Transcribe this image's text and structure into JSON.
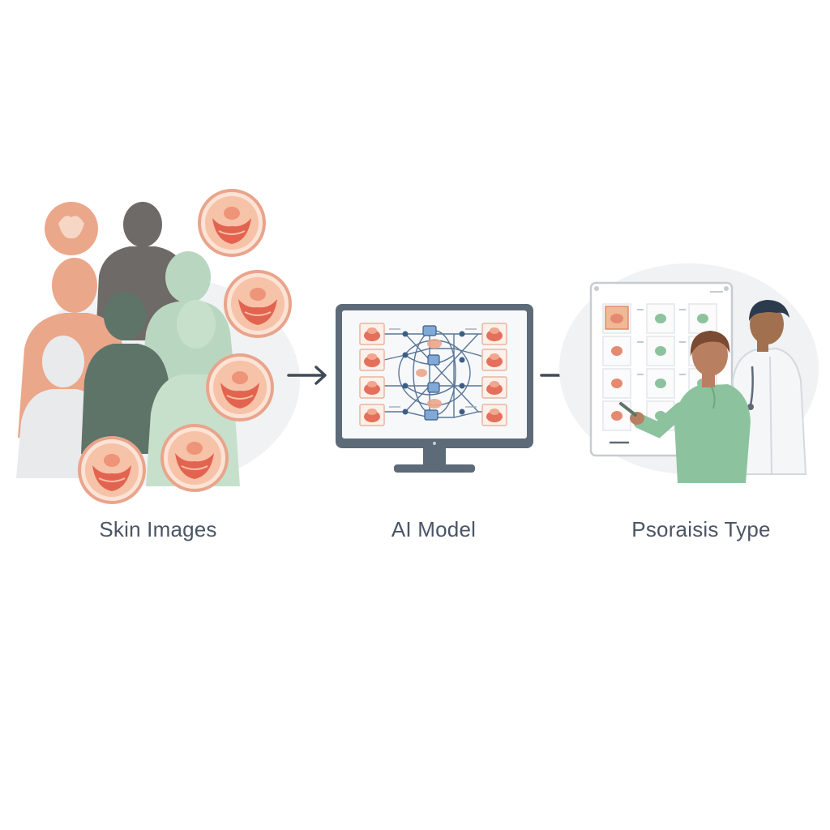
{
  "steps": [
    {
      "label": "Skin Images"
    },
    {
      "label": "AI Model"
    },
    {
      "label": "Psoraisis Type"
    }
  ],
  "icons": {
    "arrows": [
      "arrow-right-icon",
      "arrow-right-icon"
    ],
    "stage_1": [
      "people-crowd",
      "skin-lesion-circle"
    ],
    "stage_2": [
      "computer-monitor-icon",
      "neural-network-diagram"
    ],
    "stage_3": [
      "results-board",
      "patient",
      "doctor"
    ]
  },
  "colors": {
    "background": "#ffffff",
    "blob": "#f1f2f3",
    "skin_salmon": "#eba78a",
    "lesion_red": "#e0604c",
    "lesion_ring": "#f4c2a6",
    "person_gray": "#6e6a67",
    "person_dark_green": "#5f7468",
    "person_light_green": "#b9d6c0",
    "person_white": "#e9eaec",
    "monitor_frame": "#5d6a78",
    "network_blue": "#3d5f86",
    "label_text": "#4a5566",
    "scrub_green": "#8cc39e"
  }
}
